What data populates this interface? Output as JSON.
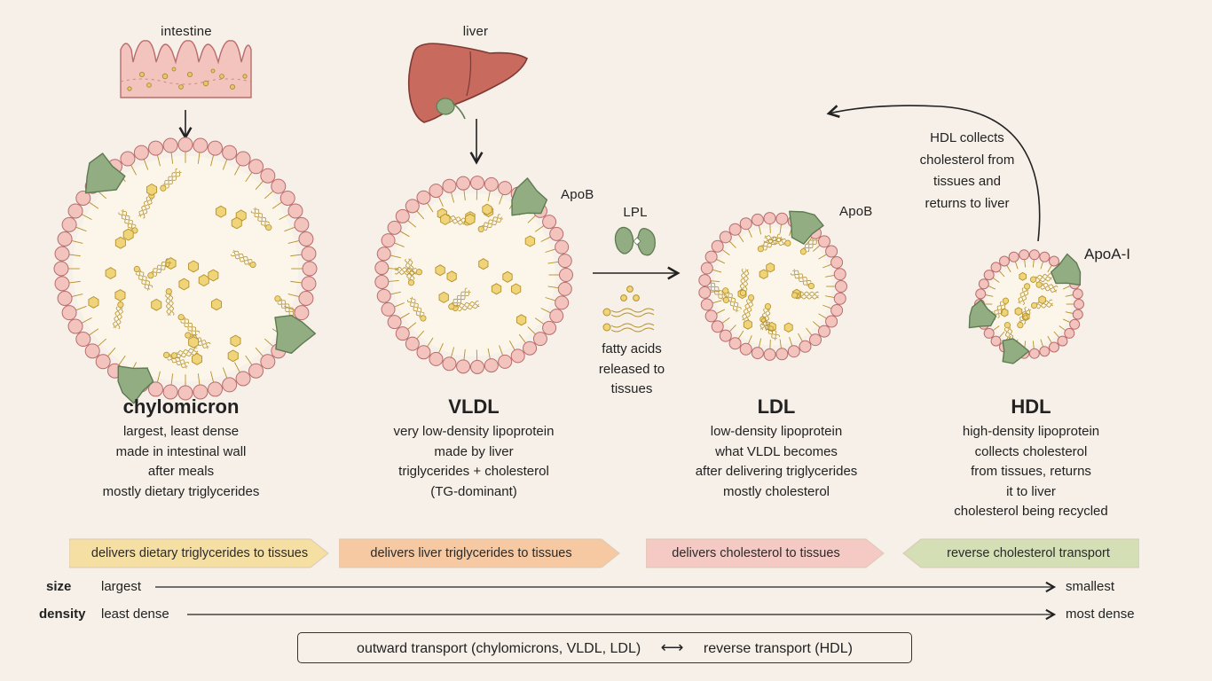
{
  "sources": {
    "intestine": "intestine",
    "liver": "liver"
  },
  "apo": {
    "vldl": "ApoB",
    "ldl": "ApoB",
    "hdl": "ApoA-I"
  },
  "lpl": {
    "label": "LPL",
    "release_lines": [
      "fatty acids",
      "released to",
      "tissues"
    ]
  },
  "hdl_return_lines": [
    "HDL collects",
    "cholesterol from",
    "tissues and",
    "returns to liver"
  ],
  "particles": [
    {
      "name": "chylomicron",
      "lines": [
        "largest, least dense",
        "made in intestinal wall",
        "after meals",
        "mostly dietary triglycerides"
      ]
    },
    {
      "name": "VLDL",
      "lines": [
        "very low-density lipoprotein",
        "made by liver",
        "triglycerides + cholesterol",
        "(TG-dominant)"
      ]
    },
    {
      "name": "LDL",
      "lines": [
        "low-density lipoprotein",
        "what VLDL becomes",
        "after delivering triglycerides",
        "mostly cholesterol"
      ]
    },
    {
      "name": "HDL",
      "lines": [
        "high-density lipoprotein",
        "collects cholesterol",
        "from tissues, returns",
        "it to liver",
        "cholesterol being recycled"
      ]
    }
  ],
  "bands": [
    {
      "label": "delivers dietary triglycerides to tissues",
      "direction": "right",
      "color": "#f6dfa2"
    },
    {
      "label": "delivers liver triglycerides to tissues",
      "direction": "right",
      "color": "#f6c9a2"
    },
    {
      "label": "delivers cholesterol to tissues",
      "direction": "right",
      "color": "#f5c9c4"
    },
    {
      "label": "reverse cholesterol transport",
      "direction": "left",
      "color": "#d4dfb6"
    }
  ],
  "scales": {
    "size": {
      "label": "size",
      "start": "largest",
      "end": "smallest"
    },
    "density": {
      "label": "density",
      "start": "least dense",
      "end": "most dense"
    }
  },
  "legend": {
    "left": "outward transport (chylomicrons, VLDL, LDL)",
    "symbol": "⟷",
    "right": "reverse transport (HDL)"
  },
  "colors": {
    "background": "#f6f0e8",
    "phospholipid_head": "#f2c4bd",
    "phospholipid_outline": "#b86d6d",
    "apoprotein": "#93ad83",
    "apoprotein_outline": "#5d7a51",
    "lipid_core": "#f0d47a",
    "lipid_outline": "#b5902a",
    "liver": "#c86a5e"
  }
}
